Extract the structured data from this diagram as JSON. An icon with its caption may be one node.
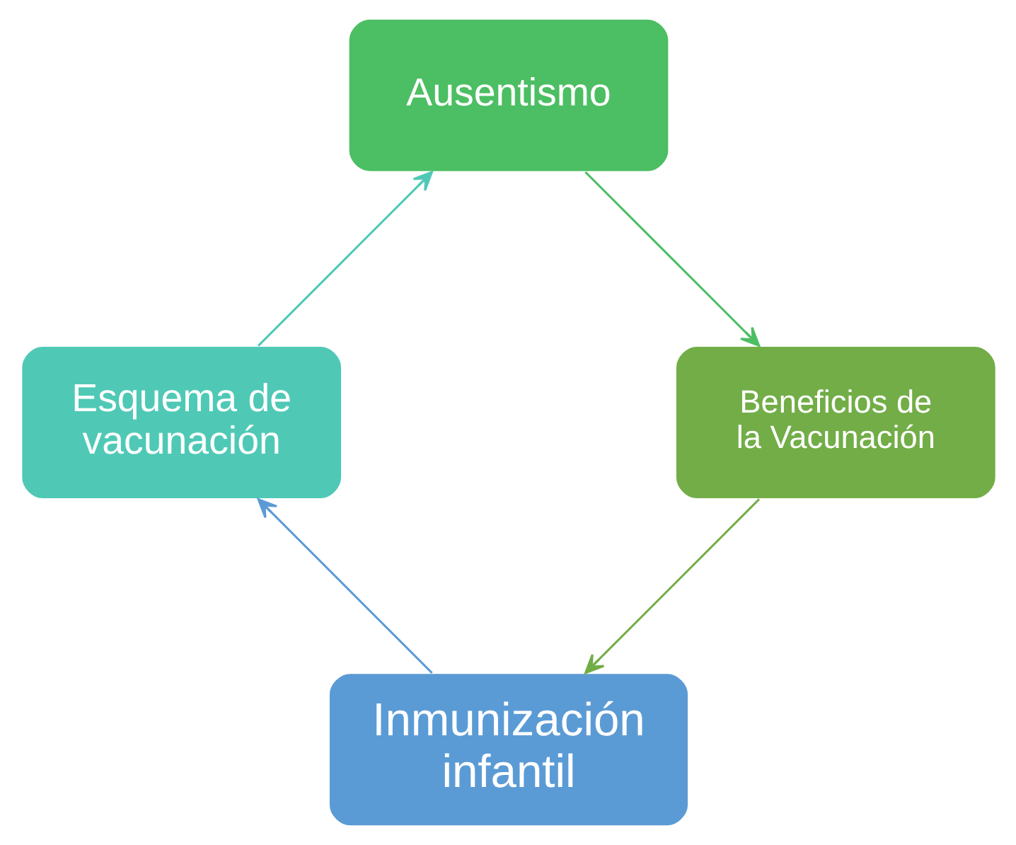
{
  "diagram": {
    "nodes": [
      {
        "text": [
          "Inmunización infantil"
        ]
      },
      {
        "text": [
          "Esquema de vacunación"
        ]
      },
      {
        "text": [
          "Ausentismo"
        ]
      },
      {
        "text": [
          "Beneficios de la Vacunación"
        ]
      }
    ],
    "edges": [
      {
        "from": 0,
        "to": 1,
        "arrow": "to",
        "color": "#5b9bd5"
      },
      {
        "from": 1,
        "to": 2,
        "arrow": "to",
        "color": "#4fc9b6"
      },
      {
        "from": 2,
        "to": 3,
        "arrow": "to",
        "color": "#4cbe63"
      },
      {
        "from": 3,
        "to": 0,
        "arrow": "to",
        "color": "#72ad47"
      }
    ]
  }
}
